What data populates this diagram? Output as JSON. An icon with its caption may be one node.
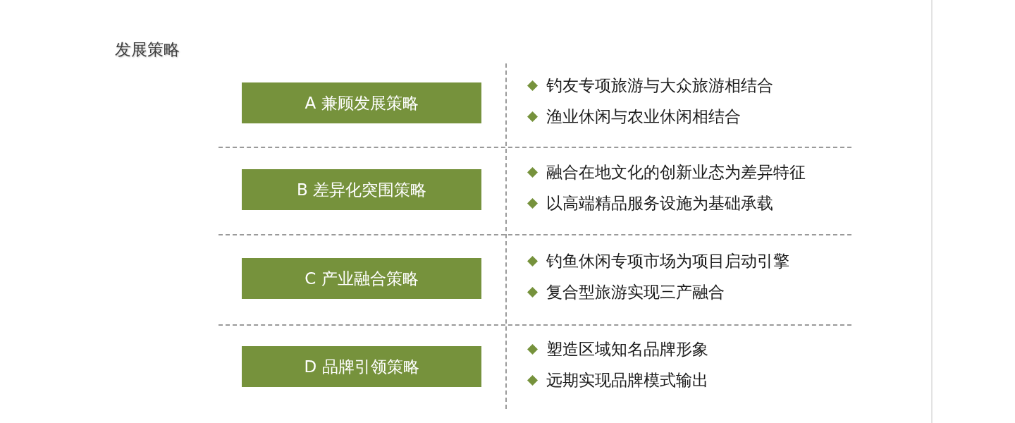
{
  "diagram": {
    "title": "发展策略",
    "nodes": [
      {
        "text": [
          "A 兼顾发展策略"
        ],
        "beside": [
          "钓友专项旅游与大众旅游相结合",
          "渔业休闲与农业休闲相结合"
        ]
      },
      {
        "text": [
          "B 差异化突围策略"
        ],
        "beside": [
          "融合在地文化的创新业态为差异特征",
          "以高端精品服务设施为基础承载"
        ]
      },
      {
        "text": [
          "C 产业融合策略"
        ],
        "beside": [
          "钓鱼休闲专项市场为项目启动引擎",
          "复合型旅游实现三产融合"
        ]
      },
      {
        "text": [
          "D 品牌引领策略"
        ],
        "beside": [
          "塑造区域知名品牌形象",
          "远期实现品牌模式输出"
        ]
      }
    ]
  }
}
